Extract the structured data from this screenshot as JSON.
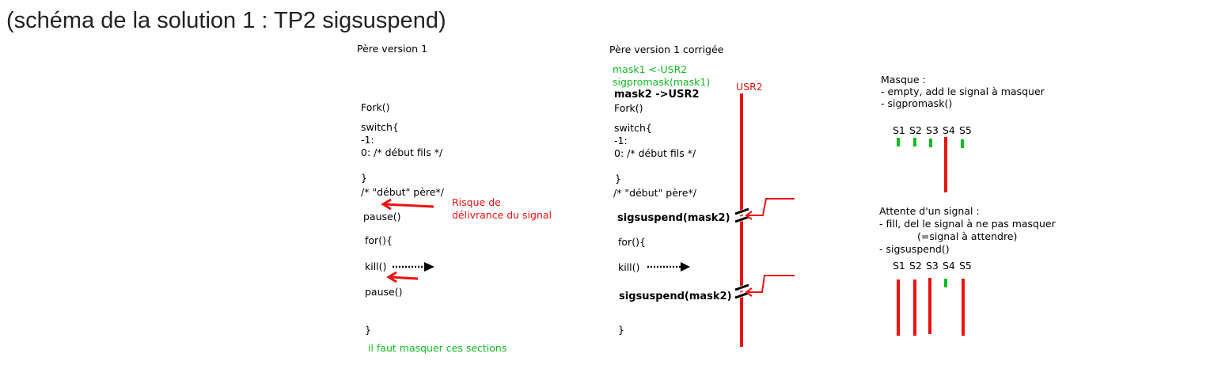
{
  "title": "(schéma de la solution 1 : TP2 sigsuspend)",
  "colors": {
    "red": "#ee1111",
    "green": "#11bb22",
    "black": "#000000"
  },
  "left": {
    "heading": "Père version 1",
    "fork": "Fork()",
    "switch": "switch{",
    "case_neg": "-1:",
    "case_zero": "0: /* début fils */",
    "close_brace": "}",
    "debut_pere": "/* \"début\" père*/",
    "risque": [
      "Risque de",
      "délivrance du signal"
    ],
    "pause1": "pause()",
    "for": "for(){",
    "kill": "kill()",
    "pause2": "pause()",
    "close_brace2": "}",
    "note": "il faut masquer ces sections"
  },
  "middle": {
    "heading": "Père version 1 corrigée",
    "mask1": "mask1 <-USR2",
    "sigpromask": "sigpromask(mask1)",
    "mask2": "mask2 ->USR2",
    "fork": "Fork()",
    "switch": "switch{",
    "case_neg": "-1:",
    "case_zero": "0: /* début fils */",
    "close_brace": "}",
    "debut_pere": "/* \"début\" père*/",
    "sigsuspend1": "sigsuspend(mask2)",
    "for": "for(){",
    "kill": "kill()",
    "sigsuspend2": "sigsuspend(mask2)",
    "close_brace2": "}",
    "usr2": "USR2"
  },
  "right": {
    "masque_title": "Masque :",
    "masque_lines": [
      "- empty, add le signal à masquer",
      "- sigpromask()"
    ],
    "signals_top": [
      "S1",
      "S2",
      "S3",
      "S4",
      "S5"
    ],
    "attente_title": "Attente d'un signal :",
    "attente_lines": [
      "- fill, del le signal à ne pas masquer",
      "(=signal à attendre)",
      "- sigsuspend()"
    ],
    "signals_bottom": [
      "S1",
      "S2",
      "S3",
      "S4",
      "S5"
    ]
  }
}
